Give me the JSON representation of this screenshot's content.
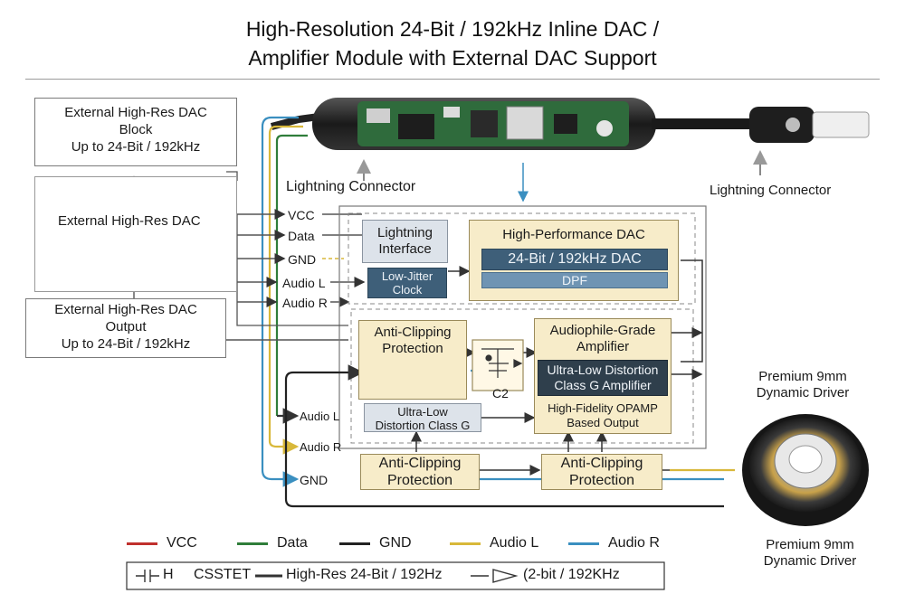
{
  "title": {
    "line1": "High-Resolution 24-Bit / 192kHz Inline DAC /",
    "line2": "Amplifier Module with External DAC Support"
  },
  "left_panel": {
    "dac_block": [
      "External High-Res DAC",
      "Block",
      "Up to 24-Bit / 192kHz"
    ],
    "dac_chip_label": "External High-Res DAC",
    "dac_output": [
      "External High-Res DAC",
      "Output",
      "Up to 24-Bit / 192kHz"
    ]
  },
  "connectors": {
    "left_label": "Lightning Connector",
    "right_label": "Lightning Connector"
  },
  "signals_top": [
    "VCC",
    "Data",
    "GND",
    "Audio L",
    "Audio R"
  ],
  "signals_bottom": [
    "Audio L",
    "Audio R",
    "GND"
  ],
  "blocks": {
    "lightning_interface": [
      "Lightning",
      "Interface"
    ],
    "low_jitter_clock": [
      "Low-Jitter",
      "Clock"
    ],
    "hp_dac_title": "High-Performance DAC",
    "dac_spec": "24-Bit / 192kHz DAC",
    "dpf": "DPF",
    "anti_clipping_main": [
      "Anti-Clipping",
      "Protection"
    ],
    "c2": "C2",
    "amp_title": [
      "Audiophile-Grade",
      "Amplifier"
    ],
    "amp_inner": [
      "Ultra-Low Distortion",
      "Class G Amplifier"
    ],
    "opamp": [
      "High-Fidelity OPAMP",
      "Based Output"
    ],
    "ultra_low": [
      "Ultra-Low",
      "Distortion Class G"
    ],
    "anti_clip_1": [
      "Anti-Clipping",
      "Protection"
    ],
    "anti_clip_2": [
      "Anti-Clipping",
      "Protection"
    ]
  },
  "drivers": {
    "top": [
      "Premium 9mm",
      "Dynamic Driver"
    ],
    "bottom": [
      "Premium 9mm",
      "Dynamic Driver"
    ]
  },
  "legend": [
    {
      "label": "VCC",
      "color": "#c0302d"
    },
    {
      "label": "Data",
      "color": "#2f7d3a"
    },
    {
      "label": "GND",
      "color": "#222222"
    },
    {
      "label": "Audio L",
      "color": "#d8b83a"
    },
    {
      "label": "Audio R",
      "color": "#3a8fc0"
    }
  ],
  "footer": {
    "part1": "H",
    "part2": "CSSTET",
    "part3": "High-Res 24-Bit / 192Hz",
    "part4": "(2-bit  /  192KHz"
  }
}
